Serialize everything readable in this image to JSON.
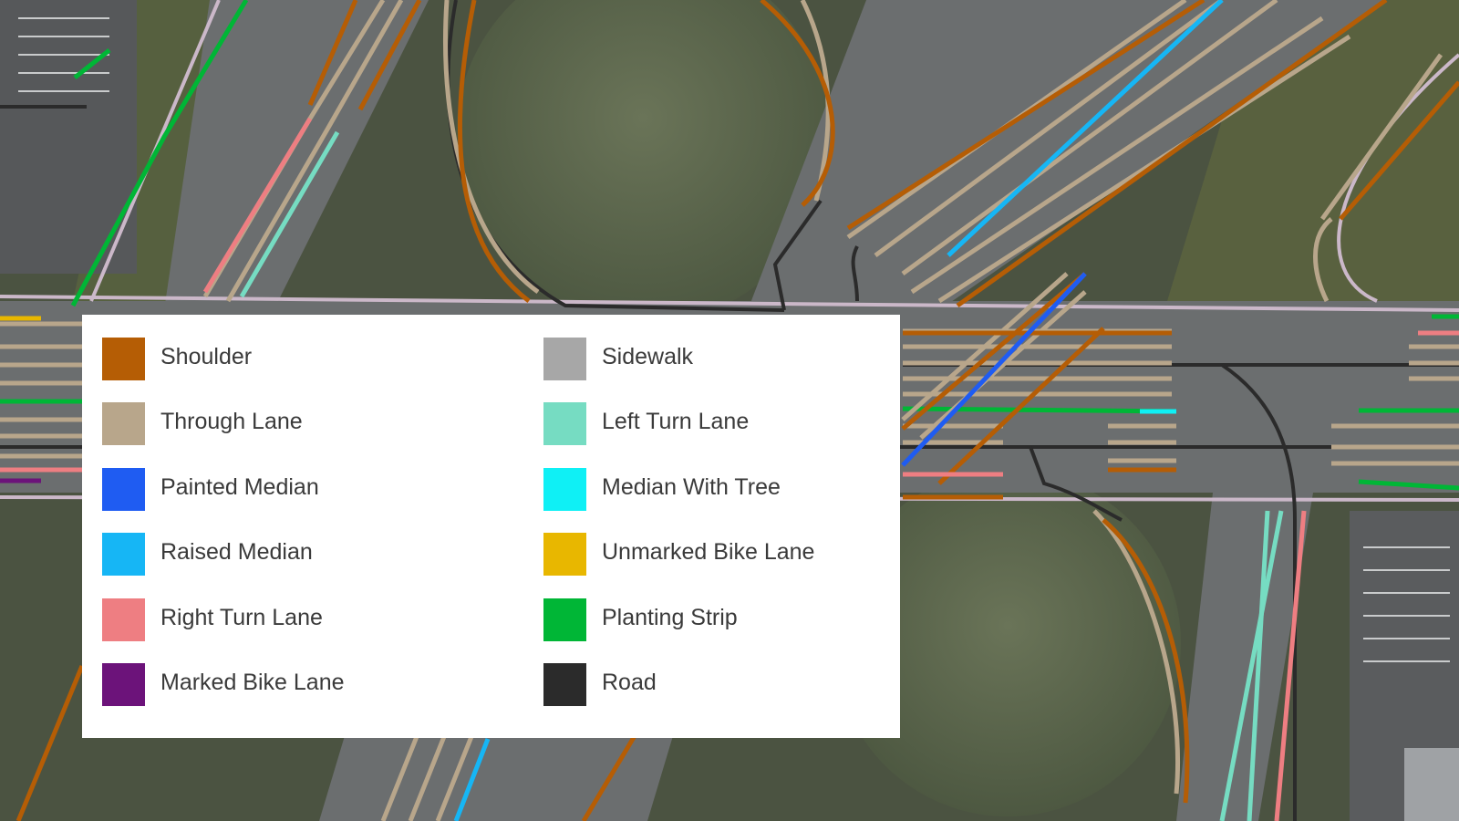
{
  "map": {
    "colors": {
      "Shoulder": "#b55d05",
      "Through Lane": "#b8a68b",
      "Painted Median": "#1f5cf2",
      "Raised Median": "#16b6f5",
      "Right Turn Lane": "#ee7e82",
      "Marked Bike Lane": "#6c137a",
      "Sidewalk": "#cbb8c9",
      "Left Turn Lane": "#76dcc2",
      "Median With Tree": "#0ff0f5",
      "Unmarked Bike Lane": "#e8b700",
      "Planting Strip": "#00b636",
      "Road": "#2b2b2b"
    }
  },
  "legend": {
    "items": [
      {
        "label": "Shoulder",
        "color": "#b55d05"
      },
      {
        "label": "Through Lane",
        "color": "#b8a68b"
      },
      {
        "label": "Painted Median",
        "color": "#1f5cf2"
      },
      {
        "label": "Raised Median",
        "color": "#16b6f5"
      },
      {
        "label": "Right Turn Lane",
        "color": "#ee7e82"
      },
      {
        "label": "Marked Bike Lane",
        "color": "#6c137a"
      },
      {
        "label": "Sidewalk",
        "color": "#a7a7a7"
      },
      {
        "label": "Left Turn Lane",
        "color": "#76dcc2"
      },
      {
        "label": "Median With Tree",
        "color": "#0ff0f5"
      },
      {
        "label": "Unmarked Bike Lane",
        "color": "#e8b700"
      },
      {
        "label": "Planting Strip",
        "color": "#00b636"
      },
      {
        "label": "Road",
        "color": "#2b2b2b"
      }
    ]
  }
}
